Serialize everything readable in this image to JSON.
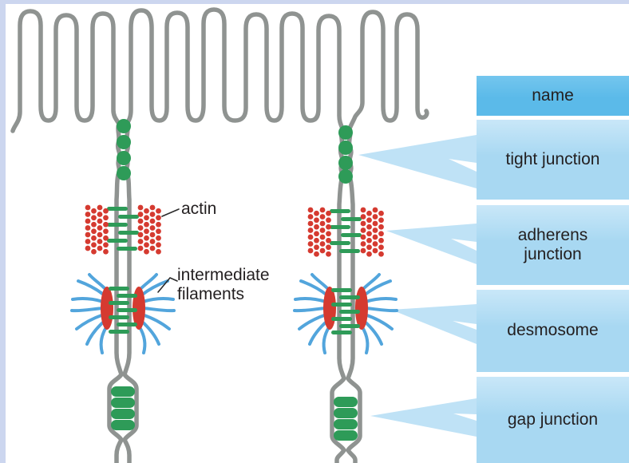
{
  "figure": {
    "description": "cell junction diagram with two epithelial cell junction columns below a microvilli brush border"
  },
  "panel": {
    "header": {
      "label": "name"
    },
    "rows": [
      {
        "label": "tight junction"
      },
      {
        "label": "adherens junction"
      },
      {
        "label": "desmosome"
      },
      {
        "label": "gap junction"
      }
    ]
  },
  "annotations": {
    "actin": "actin",
    "intermediate_filaments": "intermediate filaments"
  },
  "colors": {
    "background": "#ffffff",
    "membrane_gray": "#8f9391",
    "junction_green": "#2e9b58",
    "actin_red": "#d53a30",
    "filament_blue": "#52a5dc",
    "panel_header_blue": "#5bbae9",
    "panel_row_blue": "#a8d8f2",
    "callout_blue": "#bfe2f6",
    "frame_border": "#ccd6ef",
    "text_dark": "#231f20"
  }
}
